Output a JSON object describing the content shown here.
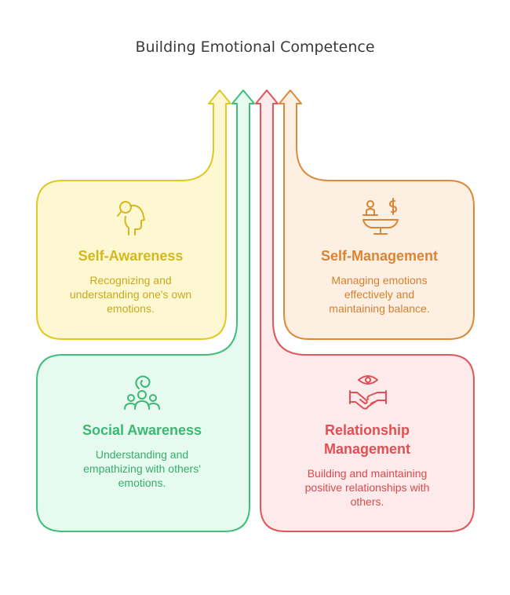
{
  "title": "Building Emotional Competence",
  "colors": {
    "yellow_stroke": "#e0c825",
    "yellow_fill": "#fdf8d2",
    "yellow_text": "#d6b81c",
    "orange_stroke": "#dc8a3a",
    "orange_fill": "#fdf0e2",
    "orange_text": "#db8433",
    "green_stroke": "#3fbf7a",
    "green_fill": "#e6faef",
    "green_text": "#3bb874",
    "red_stroke": "#e0565a",
    "red_fill": "#fdeaea",
    "red_text": "#de5054"
  },
  "cards": [
    {
      "id": "self-awareness",
      "icon": "head-search-icon",
      "title": "Self-Awareness",
      "description": "Recognizing and understanding one's own emotions."
    },
    {
      "id": "self-management",
      "icon": "balance-scale-icon",
      "title": "Self-Management",
      "description": "Managing emotions effectively and maintaining balance."
    },
    {
      "id": "social-awareness",
      "icon": "group-thought-icon",
      "title": "Social Awareness",
      "description": "Understanding and empathizing with others' emotions."
    },
    {
      "id": "relationship-management",
      "icon": "handshake-eye-icon",
      "title": "Relationship Management",
      "description": "Building and maintaining positive relationships with others."
    }
  ]
}
